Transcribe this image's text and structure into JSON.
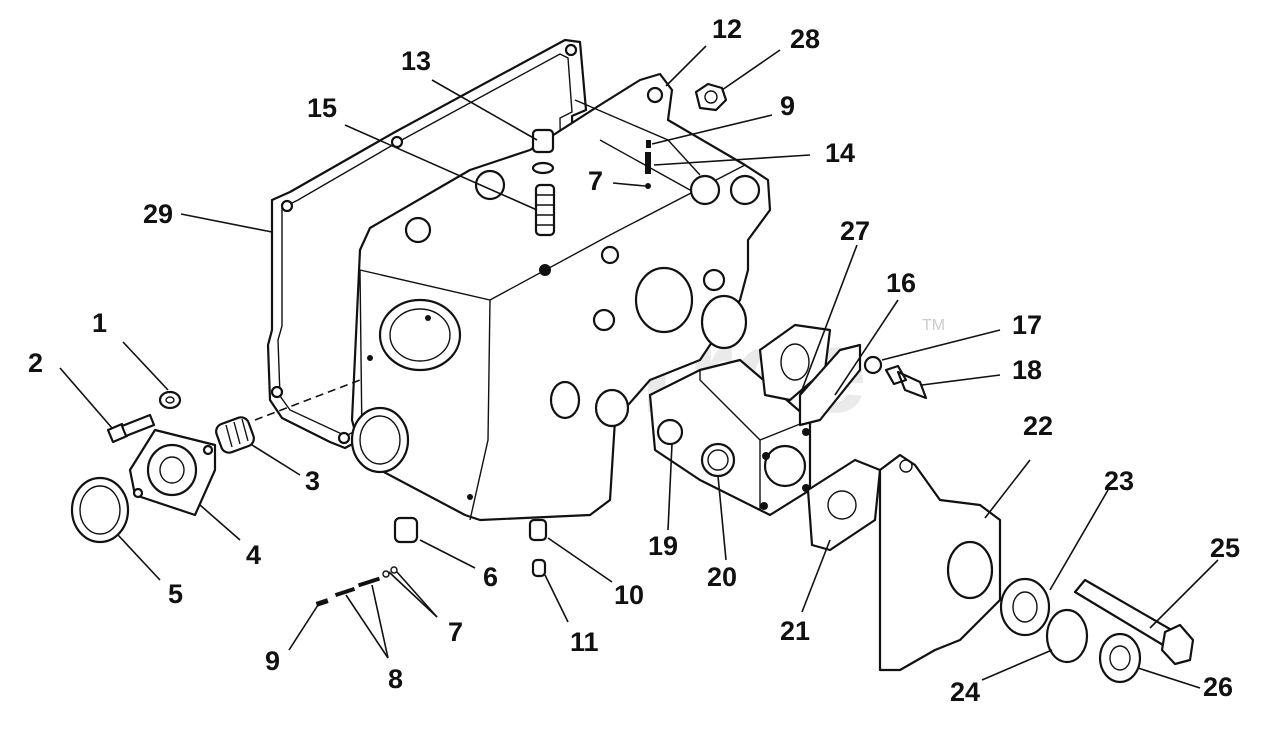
{
  "watermark": {
    "text": "PartsTree",
    "tm": "TM"
  },
  "callouts": [
    {
      "id": "c1",
      "label": "1"
    },
    {
      "id": "c2",
      "label": "2"
    },
    {
      "id": "c3",
      "label": "3"
    },
    {
      "id": "c4",
      "label": "4"
    },
    {
      "id": "c5",
      "label": "5"
    },
    {
      "id": "c6",
      "label": "6"
    },
    {
      "id": "c7a",
      "label": "7"
    },
    {
      "id": "c7b",
      "label": "7"
    },
    {
      "id": "c8",
      "label": "8"
    },
    {
      "id": "c9a",
      "label": "9"
    },
    {
      "id": "c9b",
      "label": "9"
    },
    {
      "id": "c10",
      "label": "10"
    },
    {
      "id": "c11",
      "label": "11"
    },
    {
      "id": "c12",
      "label": "12"
    },
    {
      "id": "c13",
      "label": "13"
    },
    {
      "id": "c14",
      "label": "14"
    },
    {
      "id": "c15",
      "label": "15"
    },
    {
      "id": "c16",
      "label": "16"
    },
    {
      "id": "c17",
      "label": "17"
    },
    {
      "id": "c18",
      "label": "18"
    },
    {
      "id": "c19",
      "label": "19"
    },
    {
      "id": "c20",
      "label": "20"
    },
    {
      "id": "c21",
      "label": "21"
    },
    {
      "id": "c22",
      "label": "22"
    },
    {
      "id": "c23",
      "label": "23"
    },
    {
      "id": "c24",
      "label": "24"
    },
    {
      "id": "c25",
      "label": "25"
    },
    {
      "id": "c26",
      "label": "26"
    },
    {
      "id": "c27",
      "label": "27"
    },
    {
      "id": "c28",
      "label": "28"
    },
    {
      "id": "c29",
      "label": "29"
    }
  ]
}
